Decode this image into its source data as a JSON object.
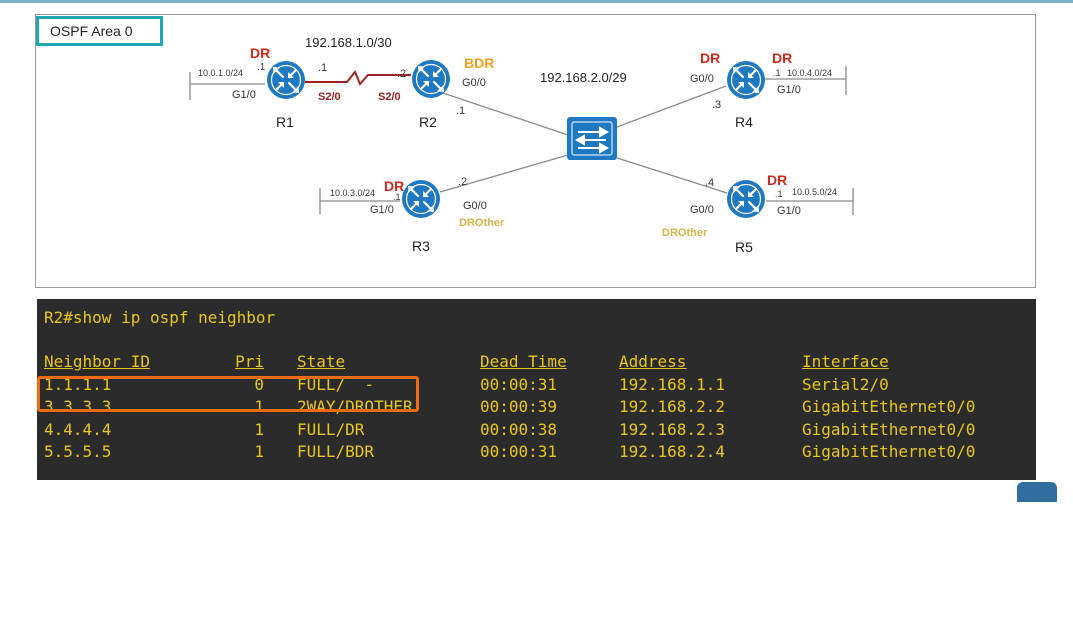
{
  "diagram": {
    "area_label": "OSPF Area 0",
    "colors": {
      "dr": "#cc2a1a",
      "bdr": "#f0a020",
      "drother": "#d8b24a",
      "serial": "#9b2222",
      "router": "#1e78c2",
      "switch": "#1e78c2"
    },
    "serial_subnet": "192.168.1.0/30",
    "lan_subnet": "192.168.2.0/29",
    "routers": {
      "r1": {
        "name": "R1",
        "role": "DR",
        "lan": "10.0.1.0/24",
        "lan_host": ".1",
        "lan_if": "G1/0",
        "serial_host": ".1",
        "serial_if": "S2/0"
      },
      "r2": {
        "name": "R2",
        "role": "BDR",
        "serial_host": ".2",
        "serial_if": "S2/0",
        "g_if": "G0/0",
        "g_host": ".1"
      },
      "r3": {
        "name": "R3",
        "role": "DR",
        "lan": "10.0.3.0/24",
        "lan_host": ".1",
        "lan_if": "G1/0",
        "g_if": "G0/0",
        "g_host": ".2",
        "role2": "DROther"
      },
      "r4": {
        "name": "R4",
        "role": "DR",
        "role2": "DR",
        "lan": "10.0.4.0/24",
        "lan_host": ".1",
        "lan_if": "G1/0",
        "g_if": "G0/0",
        "g_host": ".3"
      },
      "r5": {
        "name": "R5",
        "role": "DR",
        "lan": "10.0.5.0/24",
        "lan_host": ".1",
        "lan_if": "G1/0",
        "g_if": "G0/0",
        "g_host": ".4",
        "role2": "DROther"
      }
    },
    "icons": {
      "router": "router-icon",
      "switch": "switch-icon"
    }
  },
  "terminal": {
    "prompt": "R2#show ip ospf neighbor",
    "headers": {
      "id": "Neighbor ID",
      "pri": "Pri",
      "state": "State",
      "dead": "Dead Time",
      "addr": "Address",
      "intf": "Interface"
    },
    "rows": [
      {
        "id": "1.1.1.1",
        "pri": "0",
        "state": "FULL/  -",
        "dead": "00:00:31",
        "addr": "192.168.1.1",
        "intf": "Serial2/0"
      },
      {
        "id": "3.3.3.3",
        "pri": "1",
        "state": "2WAY/DROTHER",
        "dead": "00:00:39",
        "addr": "192.168.2.2",
        "intf": "GigabitEthernet0/0"
      },
      {
        "id": "4.4.4.4",
        "pri": "1",
        "state": "FULL/DR",
        "dead": "00:00:38",
        "addr": "192.168.2.3",
        "intf": "GigabitEthernet0/0"
      },
      {
        "id": "5.5.5.5",
        "pri": "1",
        "state": "FULL/BDR",
        "dead": "00:00:31",
        "addr": "192.168.2.4",
        "intf": "GigabitEthernet0/0"
      }
    ],
    "text_color": "#e7c81a",
    "background": "#2b2b2b",
    "highlight_color": "#f06a10"
  }
}
